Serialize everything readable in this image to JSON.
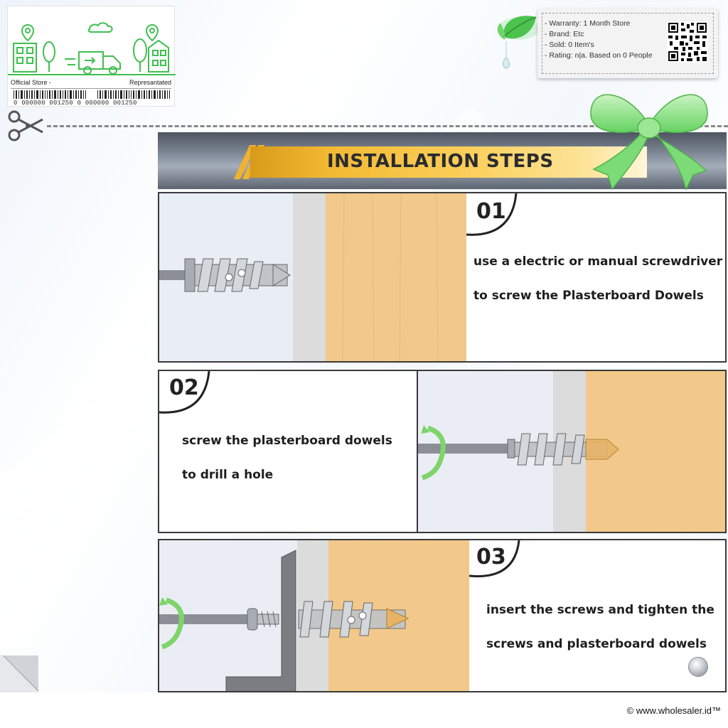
{
  "store_badge": {
    "left_label": "Official Store -",
    "right_label": "Represantated",
    "barcode_number": "0 000000 001250 0 000000 001250",
    "accent_color": "#3fbf4f"
  },
  "info_box": {
    "lines": [
      "- Warranty: 1 Month Store",
      "- Brand: Etc",
      "- Sold: 0 Item's",
      "- Rating: n|a. Based on 0 People"
    ],
    "qr_icon": "qr-code-icon"
  },
  "header": {
    "title": "INSTALLATION STEPS"
  },
  "steps": [
    {
      "number": "01",
      "line1": "use a electric or manual screwdriver",
      "line2": "to screw the Plasterboard Dowels"
    },
    {
      "number": "02",
      "line1": "screw the plasterboard dowels",
      "line2": "to drill a hole"
    },
    {
      "number": "03",
      "line1": "insert the screws and tighten the",
      "line2": "screws and plasterboard dowels"
    }
  ],
  "footer": {
    "copyright": "© www.wholesaler.id™"
  },
  "colors": {
    "wood": "#f2c98a",
    "plaster": "#dcdcdc",
    "bow": "#8fe08a",
    "header_band": "#f2b933"
  }
}
